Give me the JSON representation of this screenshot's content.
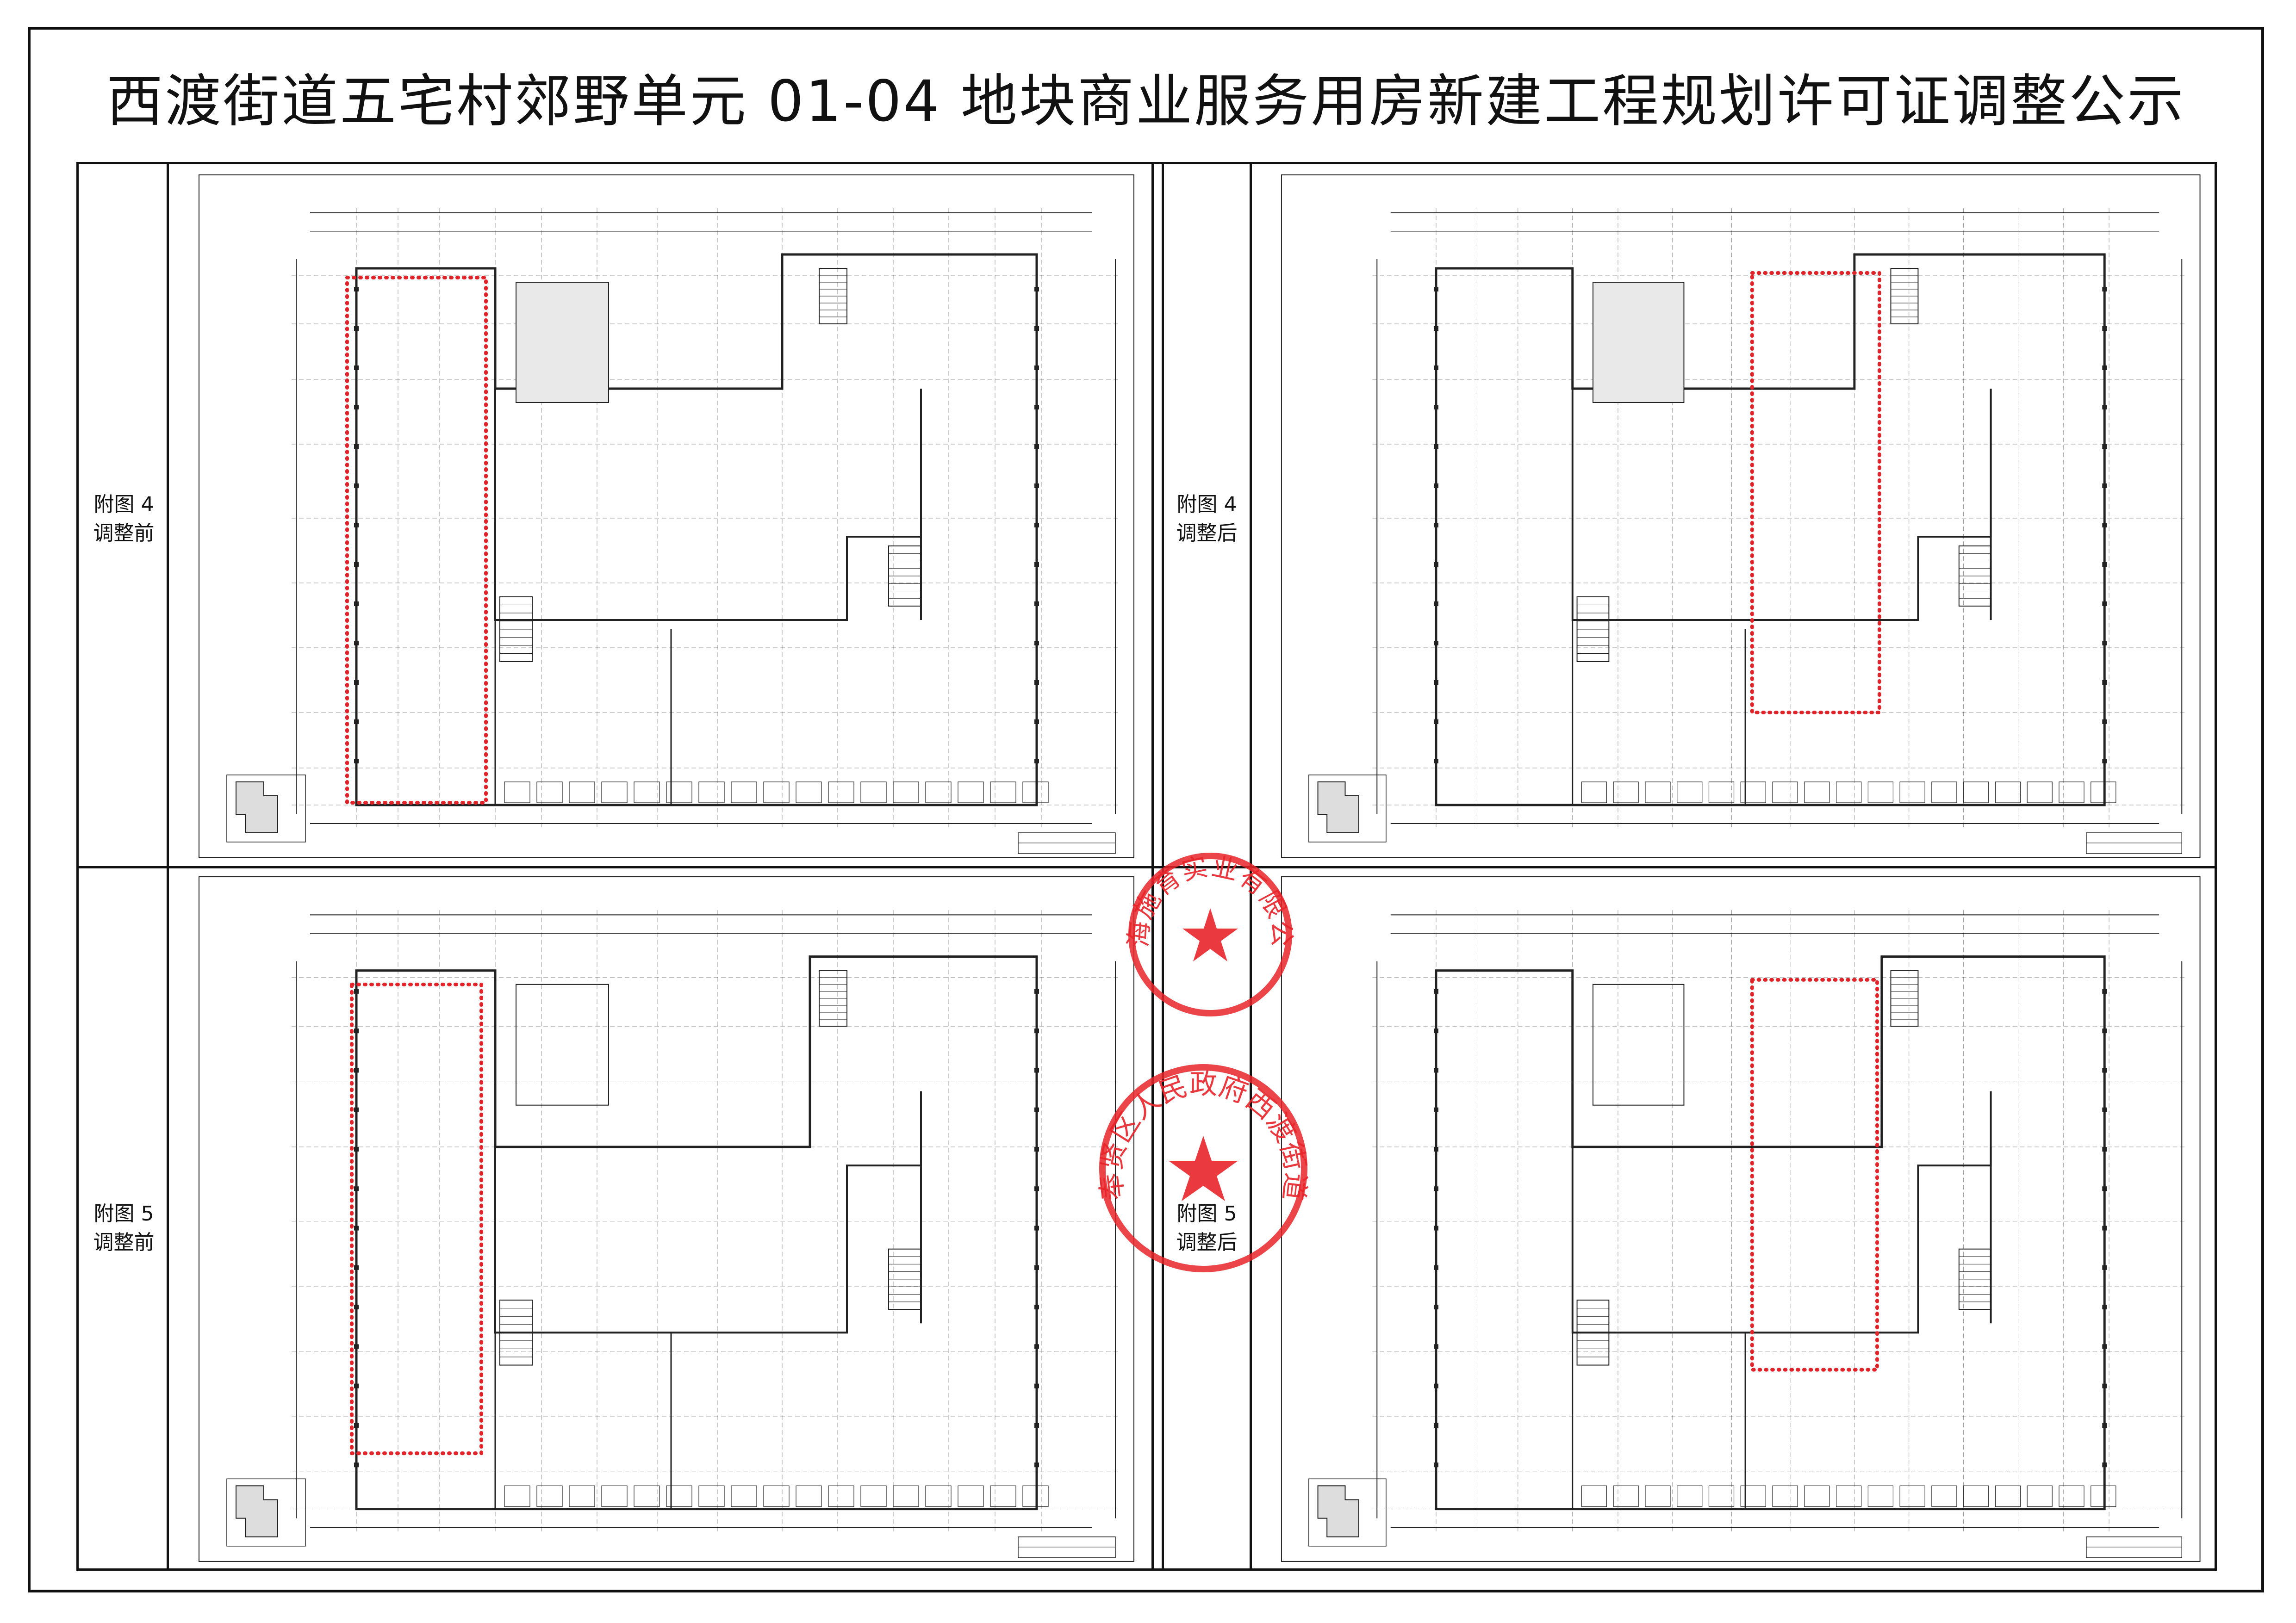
{
  "title": "西渡街道五宅村郊野单元 01-04 地块商业服务用房新建工程规划许可证调整公示",
  "panels": [
    {
      "line1": "附图 4",
      "line2": "调整前"
    },
    {
      "line1": "附图 4",
      "line2": "调整后"
    },
    {
      "line1": "附图 5",
      "line2": "调整前"
    },
    {
      "line1": "附图 5",
      "line2": "调整后"
    }
  ],
  "stamps": [
    {
      "text": "上海施育实业有限公司",
      "color": "#e8242a"
    },
    {
      "text": "上海市奉贤区人民政府西渡街道办事处",
      "color": "#e8242a"
    }
  ],
  "colors": {
    "highlight": "#e0242a",
    "line": "#222222"
  }
}
